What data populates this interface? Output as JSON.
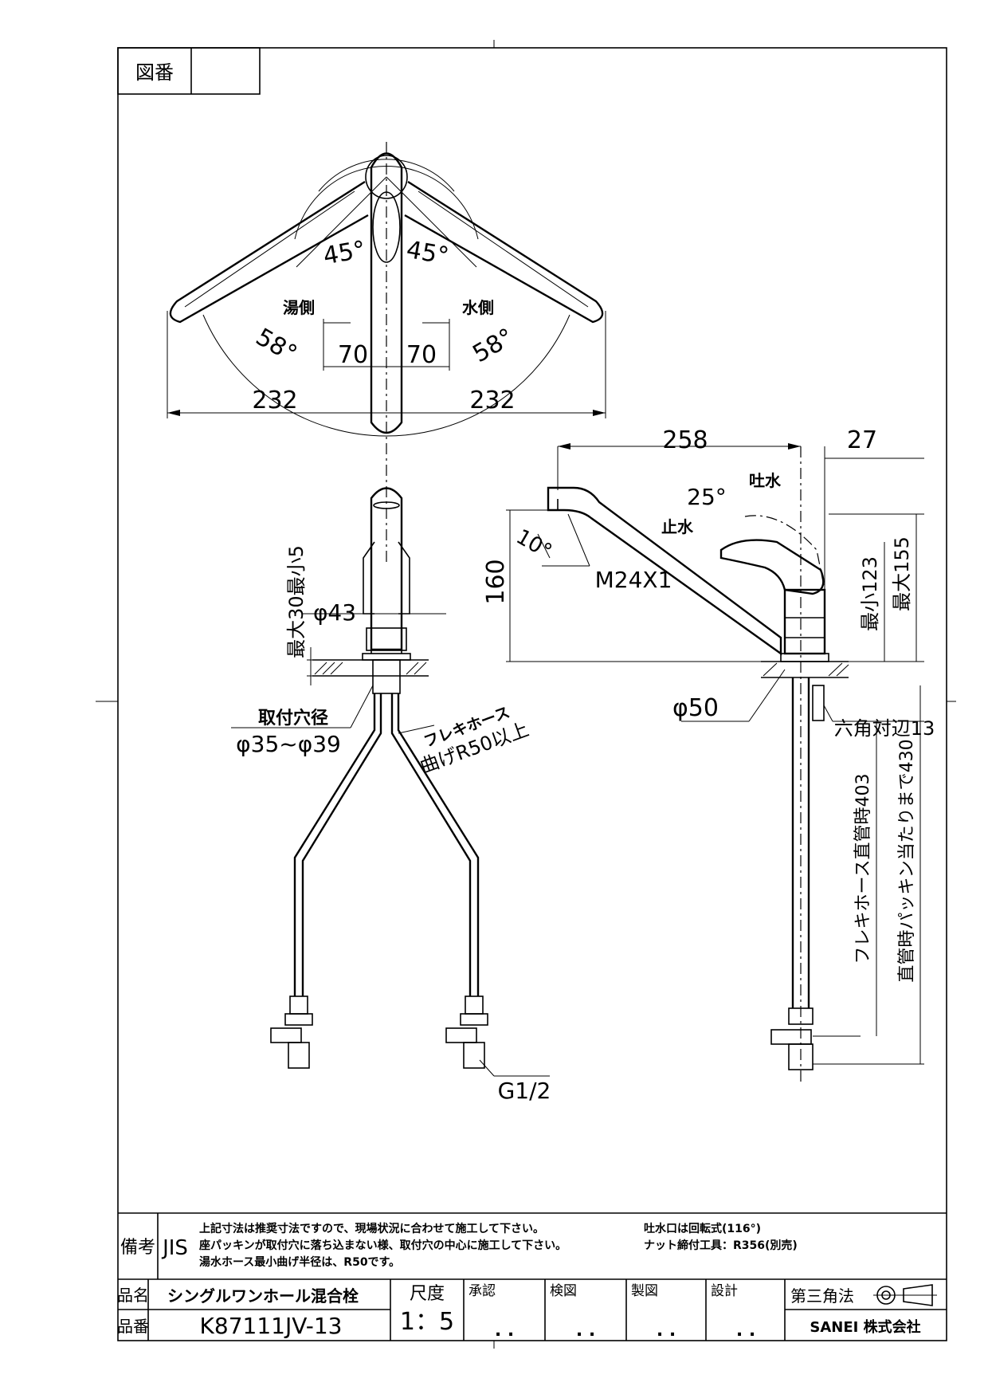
{
  "drawing_number_label": "図番",
  "drawing_number_value": "",
  "top_view": {
    "angle_left_inner": "45°",
    "angle_right_inner": "45°",
    "hot_side_label": "湯側",
    "cold_side_label": "水側",
    "angle_left_outer": "58°",
    "angle_right_outer": "58°",
    "offset_left": "70",
    "offset_right": "70",
    "reach_left": "232",
    "reach_right": "232"
  },
  "front_view": {
    "deck_thickness_label": "最大30最小5",
    "body_diameter": "φ43",
    "mount_hole_title": "取付穴径",
    "mount_hole_range": "φ35~φ39",
    "hose_title": "フレキホース",
    "hose_bend": "曲げR50以上",
    "thread_label": "G1/2"
  },
  "side_view": {
    "spout_length": "258",
    "handle_offset": "27",
    "handle_angle": "25°",
    "spout_water_label": "吐水",
    "stop_water_label": "止水",
    "nozzle_angle": "10°",
    "nozzle_thread": "M24X1",
    "spout_height": "160",
    "min_height": "最小123",
    "max_height": "最大155",
    "base_diameter": "φ50",
    "hex_label": "六角対辺13",
    "hose_straight": "フレキホース直管時403",
    "hose_to_packing": "直管時パッキン当たりまで430"
  },
  "notes": {
    "label": "備考",
    "jis": "JIS",
    "line1": "上記寸法は推奨寸法ですので、現場状況に合わせて施工して下さい。",
    "line2": "座パッキンが取付穴に落ち込まない様、取付穴の中心に施工して下さい。",
    "line3": "湯水ホース最小曲げ半径は、R50です。",
    "right1": "吐水口は回転式(116°)",
    "right2": "ナット締付工具：R356(別売)"
  },
  "title_block": {
    "product_name_label": "品名",
    "product_name": "シングルワンホール混合栓",
    "product_number_label": "品番",
    "product_number": "K87111JV-13",
    "scale_label": "尺度",
    "scale_value": "1：5",
    "approval_label": "承認",
    "inspection_label": "検図",
    "drafting_label": "製図",
    "design_label": "設計",
    "projection_label": "第三角法",
    "company": "SANEI 株式会社",
    "dots": ". ."
  }
}
